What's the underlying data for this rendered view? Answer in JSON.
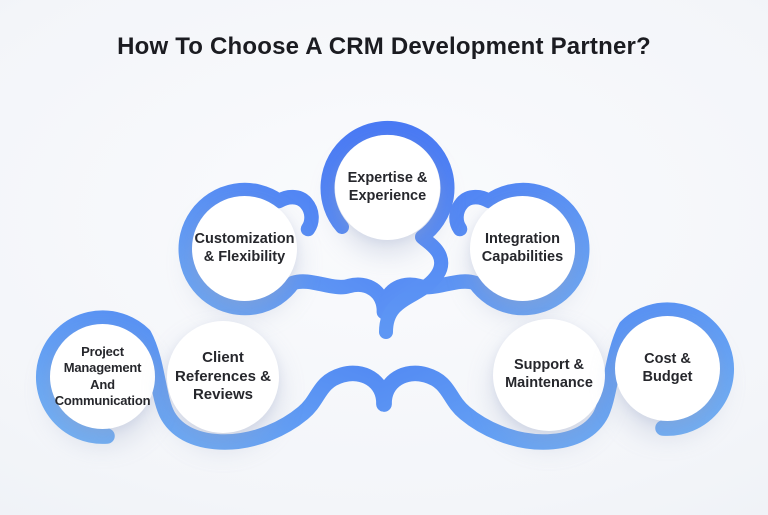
{
  "title": {
    "text": "How To Choose A CRM Development Partner?"
  },
  "diagram": {
    "nodes": [
      {
        "id": "expertise",
        "label": "Expertise & Experience",
        "lines": [
          "Expertise &",
          "Experience"
        ]
      },
      {
        "id": "customization",
        "label": "Customization & Flexibility",
        "lines": [
          "Customization",
          "& Flexibility"
        ]
      },
      {
        "id": "integration",
        "label": "Integration Capabilities",
        "lines": [
          "Integration",
          "Capabilities"
        ]
      },
      {
        "id": "project-management",
        "label": "Project Management And Communication",
        "lines": [
          "Project",
          "Management",
          "And",
          "Communication"
        ]
      },
      {
        "id": "client-references",
        "label": "Client References & Reviews",
        "lines": [
          "Client",
          "References &",
          "Reviews"
        ]
      },
      {
        "id": "support",
        "label": "Support & Maintenance",
        "lines": [
          "Support &",
          "Maintenance"
        ]
      },
      {
        "id": "cost",
        "label": "Cost & Budget",
        "lines": [
          "Cost &",
          "Budget"
        ]
      }
    ]
  },
  "colors": {
    "bg": "#f4f6f9",
    "title": "#1b1c21",
    "text": "#26272c",
    "node-bg": "#ffffff",
    "branch-dark": "#4a7cf4",
    "branch-light": "#72b2f5",
    "trunk-fade": "#b6e5fb"
  }
}
